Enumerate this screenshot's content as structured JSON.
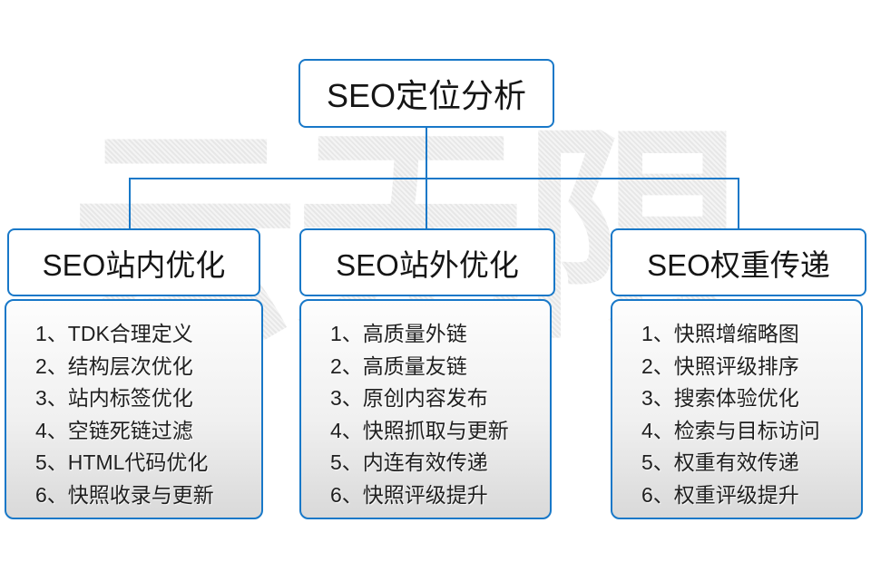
{
  "title": {
    "label": "SEO定位分析"
  },
  "watermark": {
    "text": "云无限"
  },
  "colors": {
    "accent_blue": "#1878c8",
    "panel_gradient_start": "#fdfdfd",
    "panel_gradient_end": "#d9d9d9",
    "text": "#1f1f1f",
    "watermark_gray": "#ececec"
  },
  "columns": [
    {
      "header": "SEO站内优化",
      "items": [
        "1、TDK合理定义",
        "2、结构层次优化",
        "3、站内标签优化",
        "4、空链死链过滤",
        "5、HTML代码优化",
        "6、快照收录与更新"
      ]
    },
    {
      "header": "SEO站外优化",
      "items": [
        "1、高质量外链",
        "2、高质量友链",
        "3、原创内容发布",
        "4、快照抓取与更新",
        "5、内连有效传递",
        "6、快照评级提升"
      ]
    },
    {
      "header": "SEO权重传递",
      "items": [
        "1、快照增缩略图",
        "2、快照评级排序",
        "3、搜索体验优化",
        "4、检索与目标访问",
        "5、权重有效传递",
        "6、权重评级提升"
      ]
    }
  ]
}
